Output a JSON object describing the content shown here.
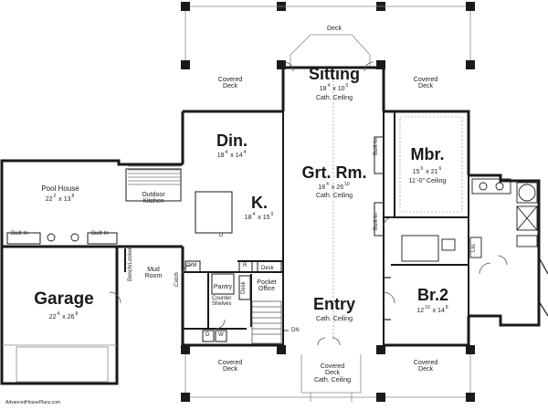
{
  "rooms": {
    "deck_top": {
      "name": "Deck"
    },
    "covered_deck_left": {
      "name": "Covered\nDeck"
    },
    "covered_deck_right": {
      "name": "Covered\nDeck"
    },
    "sitting": {
      "name": "Sitting",
      "dim_w": "18",
      "dim_w_in": "4",
      "dim_d": "10",
      "dim_d_in": "0",
      "note": "Cath. Ceiling"
    },
    "dining": {
      "name": "Din.",
      "dim_w": "18",
      "dim_w_in": "4",
      "dim_d": "14",
      "dim_d_in": "4"
    },
    "great_room": {
      "name": "Grt. Rm.",
      "dim_w": "18",
      "dim_w_in": "4",
      "dim_d": "26",
      "dim_d_in": "10",
      "note": "Cath. Ceiling"
    },
    "master": {
      "name": "Mbr.",
      "dim_w": "15",
      "dim_w_in": "6",
      "dim_d": "21",
      "dim_d_in": "6",
      "note": "11'-0\" Ceiling"
    },
    "pool_house": {
      "name": "Pool House",
      "dim_w": "22",
      "dim_w_in": "2",
      "dim_d": "13",
      "dim_d_in": "8"
    },
    "outdoor_kitchen": {
      "name": "Outdoor\nKitchen"
    },
    "kitchen": {
      "name": "K.",
      "dim_w": "18",
      "dim_w_in": "4",
      "dim_d": "15",
      "dim_d_in": "0"
    },
    "garage": {
      "name": "Garage",
      "dim_w": "22",
      "dim_w_in": "4",
      "dim_d": "26",
      "dim_d_in": "8"
    },
    "mud_room": {
      "name": "Mud\nRoom"
    },
    "pantry": {
      "name": "Pantry"
    },
    "pocket_office": {
      "name": "Pocket\nOffice"
    },
    "entry": {
      "name": "Entry",
      "note": "Cath. Ceiling"
    },
    "bedroom2": {
      "name": "Br.2",
      "dim_w": "12",
      "dim_w_in": "10",
      "dim_d": "14",
      "dim_d_in": "8"
    },
    "covered_deck_bl": {
      "name": "Covered\nDeck"
    },
    "covered_deck_bottom": {
      "name": "Covered\nDeck\nCath. Ceiling"
    },
    "covered_deck_br": {
      "name": "Covered\nDeck"
    }
  },
  "labels": {
    "built_in_1": "Built-In",
    "built_in_2": "Built-In",
    "built_in_mbr_1": "Built-In",
    "built_in_mbr_2": "Built-In",
    "bench_lockers": "Bench/Lockers",
    "catch": "Catch",
    "om": "O/M",
    "r": "R",
    "desk1": "Desk",
    "desk2": "Desk",
    "counter_shelves": "Counter\nShelves",
    "d_appl": "D",
    "dryer": "D",
    "washer": "W",
    "dn": "DN",
    "lin": "Lin.",
    "watermark": "AdvancedHousePlans.com"
  },
  "colors": {
    "wall": "#1a1a1a",
    "paper": "#ffffff",
    "light_line": "#888888"
  }
}
